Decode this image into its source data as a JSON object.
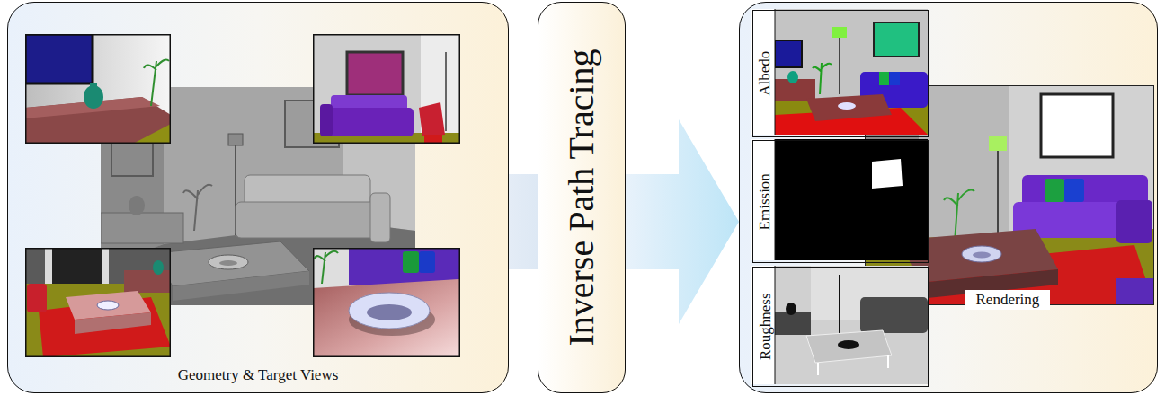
{
  "diagram": {
    "nodes": [
      {
        "text": [
          "Geometry & Target Views"
        ]
      },
      {
        "text": [
          "Inverse Path Tracing"
        ]
      },
      {
        "text": []
      },
      {
        "text": [
          "Albedo"
        ],
        "in": 2
      },
      {
        "text": [
          "Emission"
        ],
        "in": 2
      },
      {
        "text": [
          "Roughness"
        ],
        "in": 2
      },
      {
        "text": [
          "Rendering"
        ],
        "in": 2
      }
    ],
    "edges": [
      {
        "from": 0,
        "to": 1,
        "arrow": "none"
      },
      {
        "from": 1,
        "to": 2,
        "arrow": "to"
      }
    ]
  }
}
